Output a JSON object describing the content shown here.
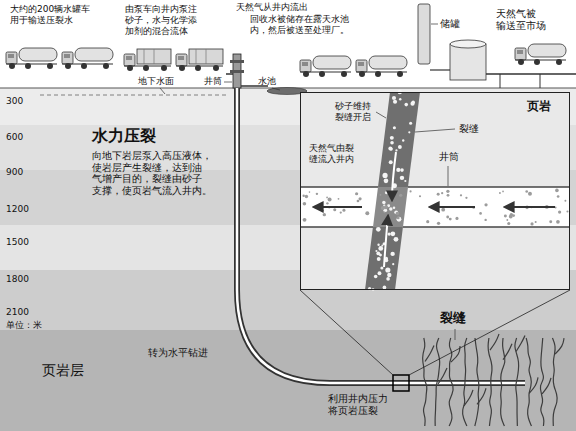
{
  "diagram": {
    "nodes": [
      {
        "text": [
          "页岩",
          "砂子维持 裂缝开启",
          "裂缝",
          "天然气由裂 缝流入井内",
          "井筒"
        ]
      }
    ],
    "labels": [
      "大约的200辆水罐车 用于输送压裂水",
      "由泵车向井内泵注 砂子，水与化学添 加剂的混合流体",
      "天然气从井内流出",
      "回收水被储存在露天水池 内，然后被送至处理厂。",
      "储罐",
      "天然气被 输送至市场",
      "地下水面",
      "井筒",
      "水池",
      "300",
      "600",
      "900",
      "1200",
      "1500",
      "1800",
      "2100",
      "单位：米",
      "水力压裂",
      "向地下岩层泵入高压液体， 使岩层产生裂缝，达到油 气增产目的，裂缝由砂子 支撑，使页岩气流入井内。",
      "裂缝",
      "转为水平钻进",
      "页岩层",
      "利用井内压力 将页岩压裂"
    ]
  }
}
